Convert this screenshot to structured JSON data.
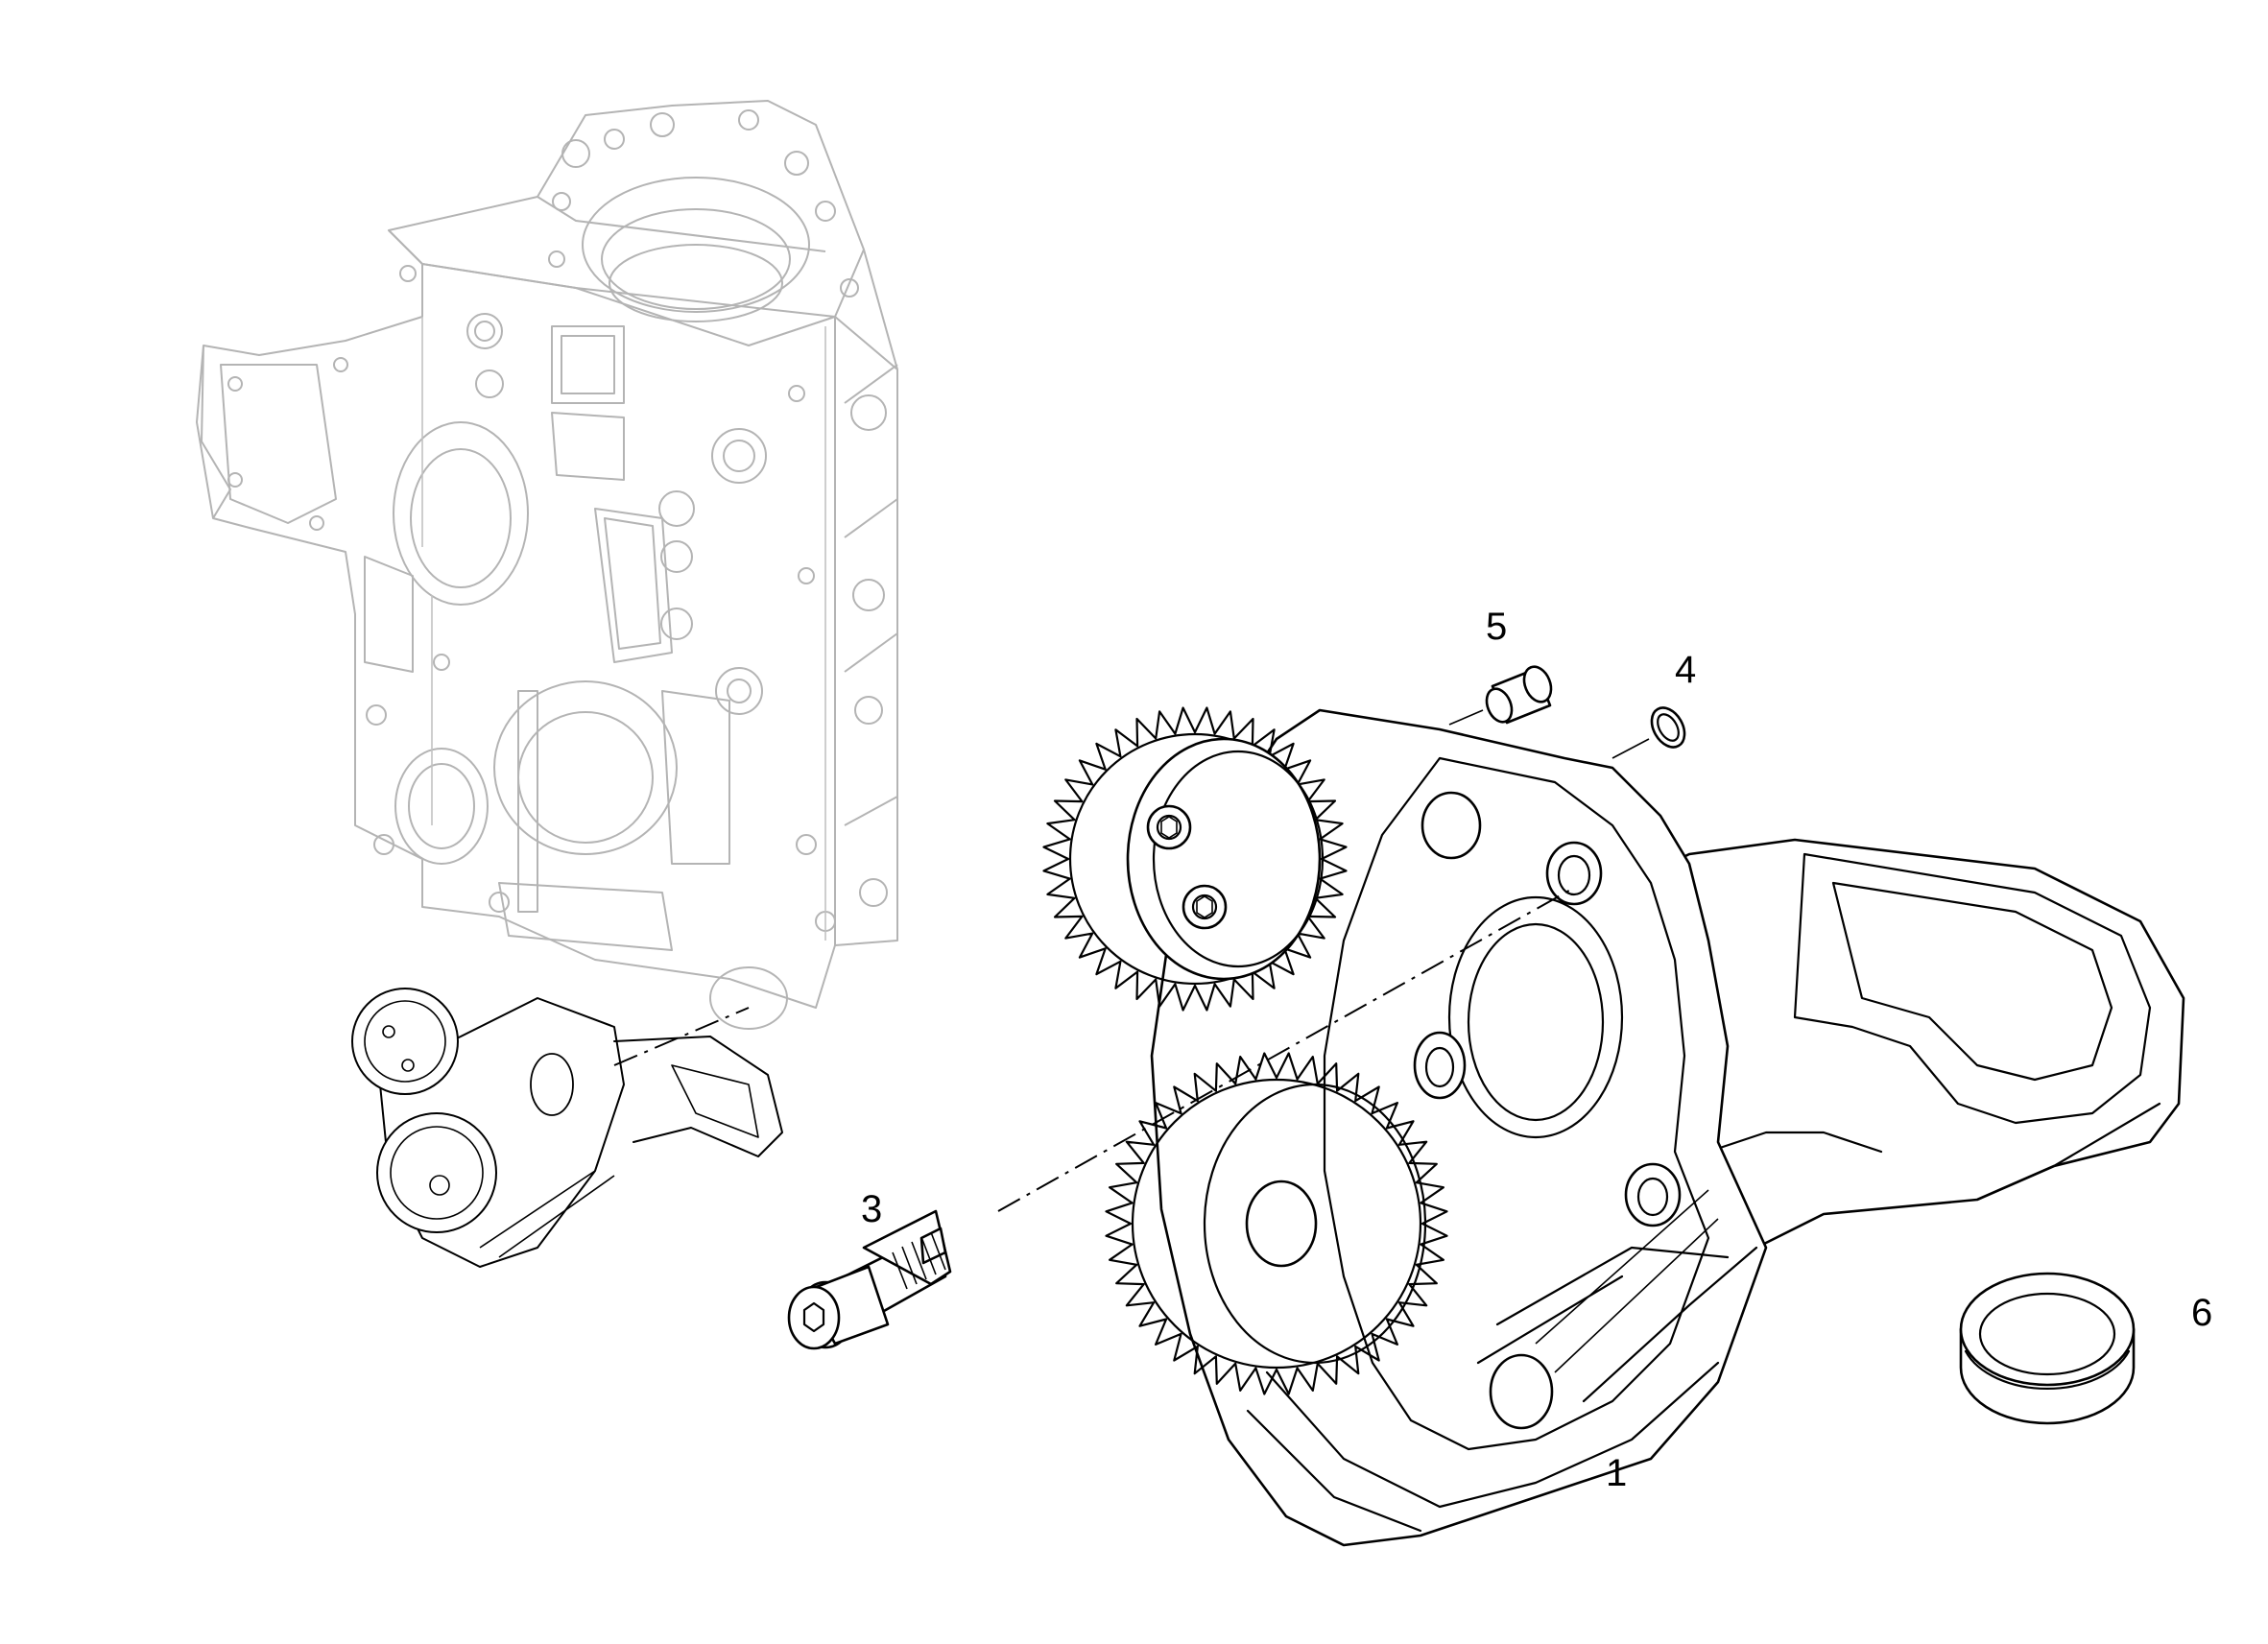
{
  "callouts": {
    "item_1": "1",
    "item_3": "3",
    "item_4": "4",
    "item_5": "5",
    "item_6": "6"
  }
}
